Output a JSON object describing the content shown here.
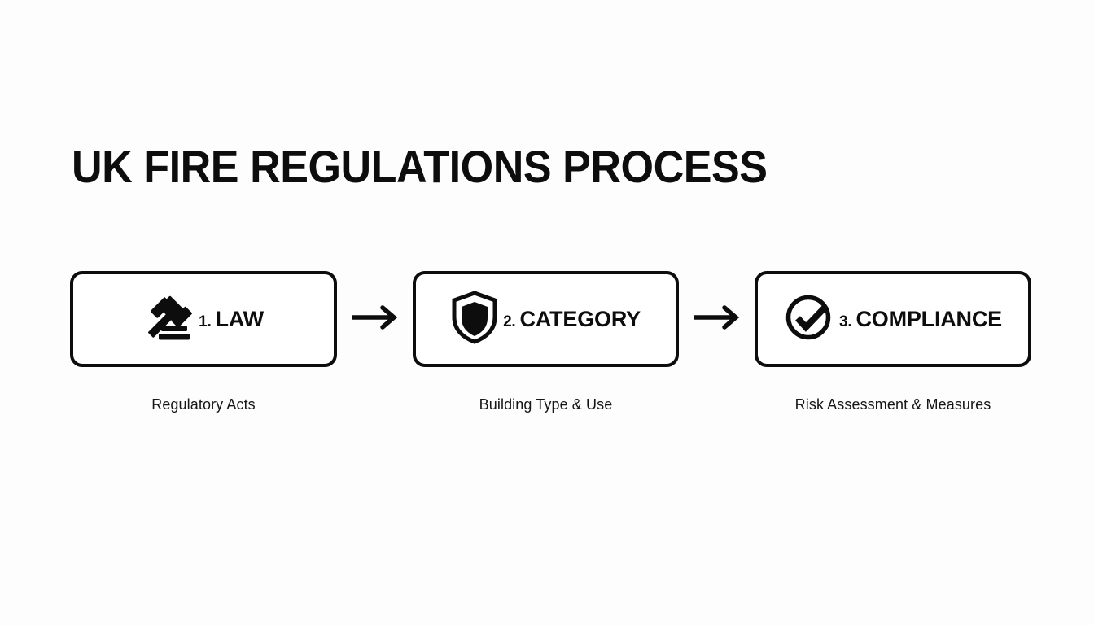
{
  "page": {
    "title": "UK FIRE REGULATIONS PROCESS",
    "background_color": "#fdfdfd",
    "ink_color": "#0d0d0d"
  },
  "flow": {
    "steps": [
      {
        "number": "1.",
        "label": "LAW",
        "icon": "gavel-icon",
        "caption": "Regulatory Acts"
      },
      {
        "number": "2.",
        "label": "CATEGORY",
        "icon": "shield-icon",
        "caption": "Building Type & Use"
      },
      {
        "number": "3.",
        "label": "COMPLIANCE",
        "icon": "check-circle-icon",
        "caption": "Risk Assessment & Measures"
      }
    ],
    "connectors": [
      {
        "icon": "arrow-right-icon"
      },
      {
        "icon": "arrow-right-icon"
      }
    ]
  }
}
